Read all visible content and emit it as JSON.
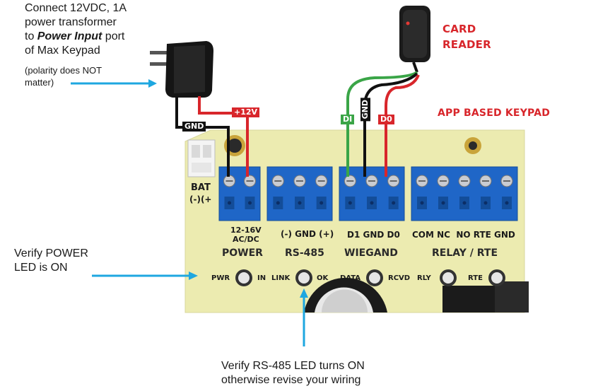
{
  "notes": {
    "power_line1": "Connect 12VDC, 1A",
    "power_line2": "power transformer",
    "power_line3_pre": "to ",
    "power_line3_em": "Power Input",
    "power_line3_post": " port",
    "power_line4": "of Max Keypad",
    "power_line5": "(polarity does NOT",
    "power_line6": "matter)",
    "verify_power_1": "Verify POWER",
    "verify_power_2": "LED is ON",
    "verify_rs485_1": "Verify RS-485 LED turns ON",
    "verify_rs485_2": "otherwise revise your wiring"
  },
  "labels": {
    "card_reader_1": "CARD",
    "card_reader_2": "READER",
    "app_keypad": "APP BASED KEYPAD"
  },
  "wire_tags": {
    "plus12v": "+12V",
    "gnd": "GND",
    "d1": "DI",
    "gnd_reader": "GND",
    "d0": "D0"
  },
  "board": {
    "bat": "BAT",
    "bat_pol": "(-)(+",
    "power_v": "12-16V",
    "power_acdc": "AC/DC",
    "rs485_pins": "(-) GND (+)",
    "wiegand_pins": "D1 GND D0",
    "relay_pins": "COM NC  NO RTE GND",
    "head_power": "POWER",
    "head_rs485": "RS-485",
    "head_wiegand": "WIEGAND",
    "head_relay": "RELAY / RTE",
    "led_pwr": "PWR",
    "led_in": "IN",
    "led_link": "LINK",
    "led_ok": "OK",
    "led_data": "DATA",
    "led_rcvd": "RCVD",
    "led_rly": "RLY",
    "led_rte": "RTE"
  },
  "colors": {
    "board": "#ecebb0",
    "terminal": "#1f66c7",
    "arrow": "#1ea7e0",
    "wire_red": "#d8262b",
    "wire_green": "#3aa547",
    "wire_black": "#111111"
  }
}
